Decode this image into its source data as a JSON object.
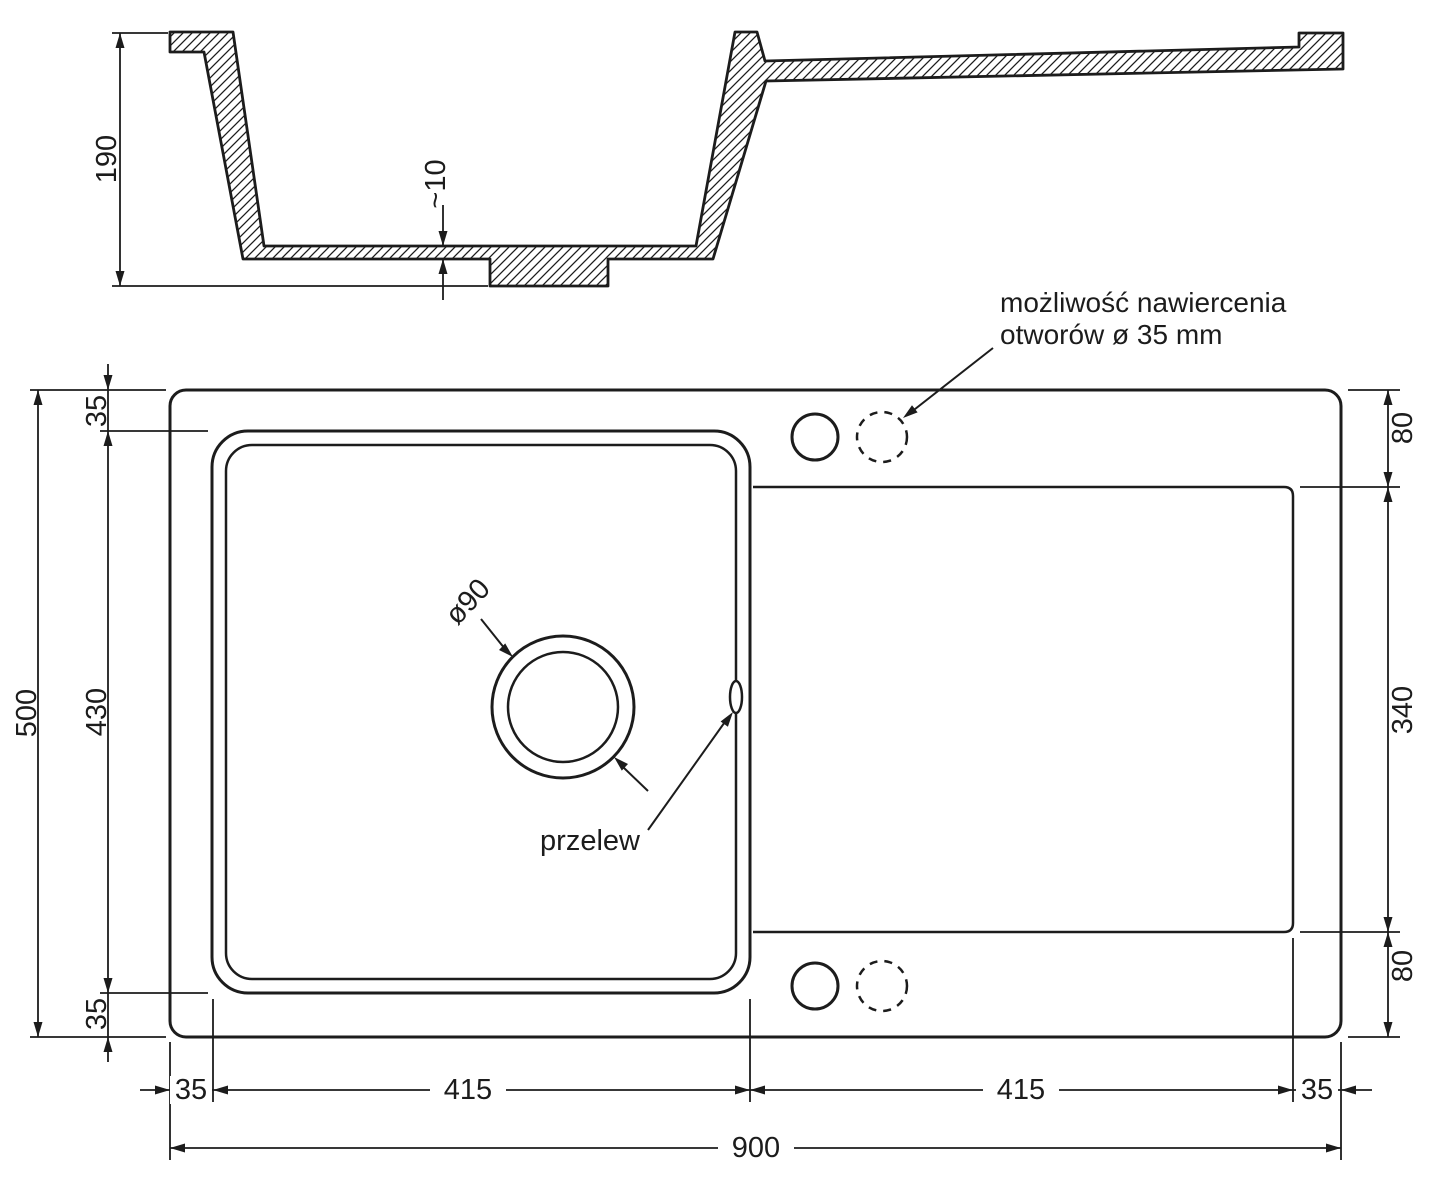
{
  "meta": {
    "background_color": "#ffffff",
    "line_color": "#1c1c1c"
  },
  "section": {
    "depth": "190",
    "bottom_thickness": "~10"
  },
  "plan": {
    "total_height": "500",
    "margin_top": "35",
    "bowl_height": "430",
    "margin_bottom": "35",
    "right_top": "80",
    "right_middle": "340",
    "right_bottom": "80",
    "bottom_left_margin": "35",
    "bowl_width": "415",
    "drainer_width": "415",
    "bottom_right_margin": "35",
    "total_width": "900",
    "drain_diameter": "ø90",
    "overflow_label": "przelew",
    "drill_note_line1": "możliwość nawiercenia",
    "drill_note_line2": "otworów ø 35 mm"
  }
}
